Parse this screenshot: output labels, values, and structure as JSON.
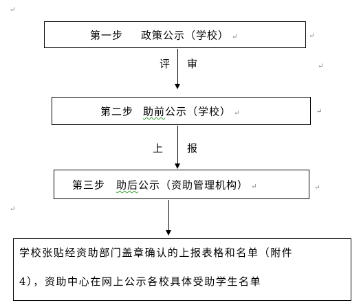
{
  "steps": [
    {
      "label": "第一步",
      "text_plain": "政策公示（学校）",
      "text_marked": ""
    },
    {
      "label": "第二步",
      "text_plain": "",
      "text_marked": "助前",
      "text_after": "公示（学校）"
    },
    {
      "label": "第三步",
      "text_plain": "",
      "text_marked": "助后",
      "text_after": "公示（资助管理机构）"
    }
  ],
  "arrow_labels": {
    "a1_left": "评",
    "a1_right": "审",
    "a2_left": "上",
    "a2_right": "报"
  },
  "final_box": {
    "line1": "学校张贴经资助部门盖章确认的上报表格和名单（附件",
    "line2": "4），资助中心在网上公示各校具体受助学生名单"
  },
  "marks": {
    "return": "↵",
    "corner": "↵"
  }
}
